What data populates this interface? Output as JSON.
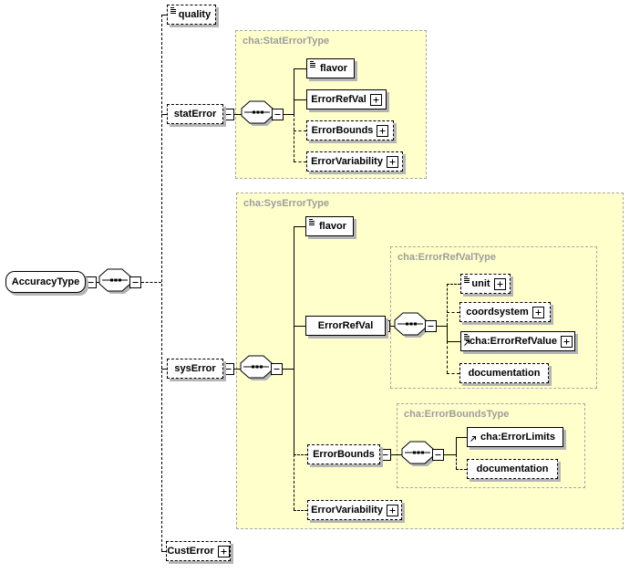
{
  "colors": {
    "container_fill": "#ffffcc",
    "container_border": "#a6a6a6",
    "container_label": "#9d9d9d",
    "node_border": "#000000",
    "node_fill": "#ffffff",
    "shadow": "#b5b5b5",
    "background": "#ffffff"
  },
  "root": {
    "label": "AccuracyType"
  },
  "containers": {
    "stat_error_type": {
      "label": "cha:StatErrorType"
    },
    "sys_error_type": {
      "label": "cha:SysErrorType"
    },
    "error_ref_val_type": {
      "label": "cha:ErrorRefValType"
    },
    "error_bounds_type": {
      "label": "cha:ErrorBoundsType"
    }
  },
  "nodes": {
    "quality": {
      "label": "quality"
    },
    "stat_error": {
      "label": "statError"
    },
    "stat_flavor": {
      "label": "flavor"
    },
    "stat_error_ref_val": {
      "label": "ErrorRefVal"
    },
    "stat_error_bounds": {
      "label": "ErrorBounds"
    },
    "stat_error_variability": {
      "label": "ErrorVariability"
    },
    "sys_error": {
      "label": "sysError"
    },
    "sys_flavor": {
      "label": "flavor"
    },
    "sys_error_ref_val": {
      "label": "ErrorRefVal"
    },
    "unit": {
      "label": "unit"
    },
    "coordsystem": {
      "label": "coordsystem"
    },
    "error_ref_value": {
      "label": "cha:ErrorRefValue"
    },
    "ref_val_documentation": {
      "label": "documentation"
    },
    "sys_error_bounds": {
      "label": "ErrorBounds"
    },
    "error_limits": {
      "label": "cha:ErrorLimits"
    },
    "bounds_documentation": {
      "label": "documentation"
    },
    "sys_error_variability": {
      "label": "ErrorVariability"
    },
    "cust_error": {
      "label": "CustError"
    }
  }
}
